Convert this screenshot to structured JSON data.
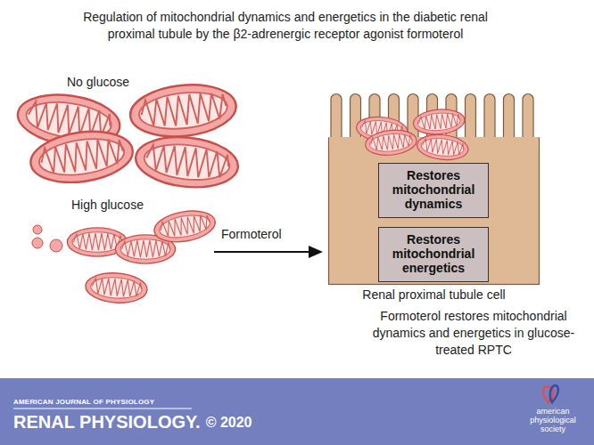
{
  "diagram": {
    "title": "Regulation of mitochondrial dynamics and energetics in the diabetic renal proximal tubule by the β2-adrenergic receptor agonist formoterol",
    "caption": "Formoterol restores mitochondrial dynamics and energetics in glucose-treated RPTC",
    "nodes": [
      {
        "text": [
          "Renal proximal tubule cell"
        ]
      },
      {
        "text": [
          "Restores mitochondrial dynamics"
        ],
        "in": 0
      },
      {
        "text": [
          "Restores mitochondrial energetics"
        ],
        "in": 0
      }
    ],
    "labels": [
      "No glucose",
      "High glucose",
      "Formoterol",
      "AMERICAN JOURNAL OF PHYSIOLOGY",
      "RENAL PHYSIOLOGY.",
      "© 2020",
      "american physiological society"
    ]
  }
}
